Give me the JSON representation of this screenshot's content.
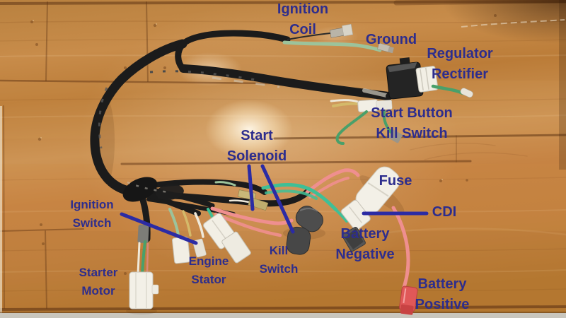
{
  "figure": {
    "kind": "annotated wiring-harness photo",
    "subject": "Motorcycle/ATV wire harness laid on a wooden plank floor with part labels"
  },
  "annotations": [
    {
      "id": "ignition-coil",
      "lines": [
        "Ignition",
        "Coil"
      ]
    },
    {
      "id": "ground",
      "lines": [
        "Ground"
      ]
    },
    {
      "id": "regulator-rectifier",
      "lines": [
        "Regulator",
        "Rectifier"
      ]
    },
    {
      "id": "start-button-kill-switch",
      "lines": [
        "Start Button",
        "Kill Switch"
      ]
    },
    {
      "id": "start-solenoid",
      "lines": [
        "Start",
        "Solenoid"
      ]
    },
    {
      "id": "fuse",
      "lines": [
        "Fuse"
      ]
    },
    {
      "id": "cdi",
      "lines": [
        "CDI"
      ]
    },
    {
      "id": "battery-negative",
      "lines": [
        "Battery",
        "Negative"
      ]
    },
    {
      "id": "battery-positive",
      "lines": [
        "Battery",
        "Positive"
      ]
    },
    {
      "id": "kill-switch",
      "lines": [
        "Kill",
        "Switch"
      ]
    },
    {
      "id": "engine-stator",
      "lines": [
        "Engine",
        "Stator"
      ]
    },
    {
      "id": "starter-motor",
      "lines": [
        "Starter",
        "Motor"
      ]
    },
    {
      "id": "ignition-switch",
      "lines": [
        "Ignition",
        "Switch"
      ]
    }
  ],
  "colors": {
    "label_text": "#2d2d8d",
    "pointer_line": "#2b2ba4",
    "loom_black": "#1b1b1b",
    "wire_green": "#49a06a",
    "wire_pale_green": "#9cc39b",
    "wire_teal": "#3fbf96",
    "wire_pink": "#ef8f8f",
    "wire_yellow": "#d4b96a",
    "connector_white": "#f2efe5",
    "terminal_red": "#e05858",
    "boot_gray": "#4d4d4d",
    "wood_light": "#cd9455",
    "wood_dark": "#a96a2e"
  }
}
